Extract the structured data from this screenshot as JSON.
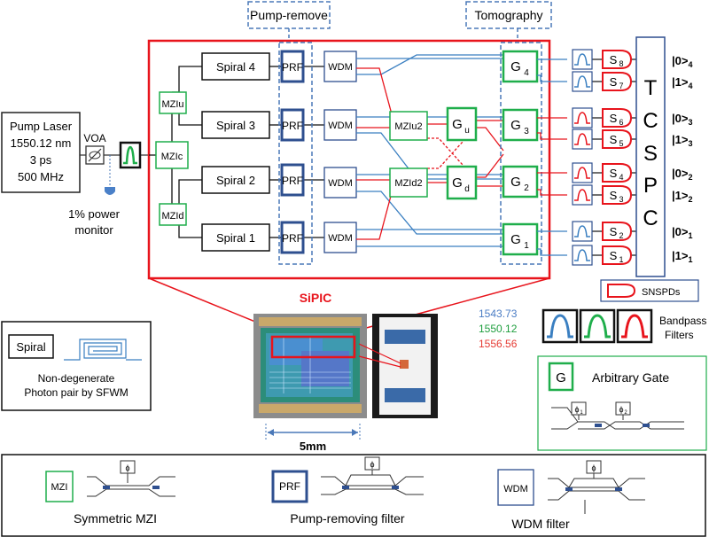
{
  "labels": {
    "pump_remove": "Pump-remove",
    "tomography": "Tomography",
    "pump_laser": [
      "Pump Laser",
      "1550.12 nm",
      "3 ps",
      "500 MHz"
    ],
    "voa": "VOA",
    "power_monitor": [
      "1% power",
      "monitor"
    ],
    "mziu": "MZIu",
    "mzic": "MZIc",
    "mzid": "MZId",
    "spiral4": "Spiral 4",
    "spiral3": "Spiral 3",
    "spiral2": "Spiral 2",
    "spiral1": "Spiral 1",
    "prf": "PRF",
    "wdm": "WDM",
    "mziu2": "MZIu2",
    "mzid2": "MZId2",
    "gu_main": "G",
    "gu_sub": "u",
    "gd_main": "G",
    "gd_sub": "d",
    "g4_sub": "4",
    "g3_sub": "3",
    "g2_sub": "2",
    "g1_sub": "1",
    "g_main": "G",
    "s_main": "S",
    "s8_sub": "8",
    "s7_sub": "7",
    "s6_sub": "6",
    "s5_sub": "5",
    "s4_sub": "4",
    "s3_sub": "3",
    "s2_sub": "2",
    "s1_sub": "1",
    "tcspc": [
      "T",
      "C",
      "S",
      "P",
      "C"
    ],
    "states": [
      {
        "ket": "|0>",
        "sub": "4"
      },
      {
        "ket": "|1>",
        "sub": "4"
      },
      {
        "ket": "|0>",
        "sub": "3"
      },
      {
        "ket": "|1>",
        "sub": "3"
      },
      {
        "ket": "|0>",
        "sub": "2"
      },
      {
        "ket": "|1>",
        "sub": "2"
      },
      {
        "ket": "|0>",
        "sub": "1"
      },
      {
        "ket": "|1>",
        "sub": "1"
      }
    ],
    "sipic": "SiPIC",
    "scale": "5mm",
    "snspds": "SNSPDs",
    "wavelengths": [
      "1543.73",
      "1550.12",
      "1556.56"
    ],
    "bandpass": [
      "Bandpass",
      "Filters"
    ],
    "spiral_legend": "Spiral",
    "spiral_caption": [
      "Non-degenerate",
      "Photon pair by SFWM"
    ],
    "g_legend": "G",
    "arbitrary_gate": "Arbitrary Gate",
    "phi1": "ϕ",
    "phi1_sub": "1",
    "phi2": "ϕ",
    "phi2_sub": "2",
    "phi": "ϕ",
    "mzi_legend": "MZI",
    "symmetric_mzi": "Symmetric MZI",
    "prf_legend": "PRF",
    "pump_removing_filter": "Pump-removing filter",
    "wdm_legend": "WDM",
    "wdm_filter": "WDM filter"
  },
  "colors": {
    "red": "#e8141c",
    "blue": "#3a7fc1",
    "green": "#1fae4b",
    "navy": "#2e4f8f",
    "dashed": "#4a78b8",
    "legend_blue": "#4a7cc4",
    "legend_green": "#1e9e3e",
    "legend_red": "#e53a32"
  }
}
